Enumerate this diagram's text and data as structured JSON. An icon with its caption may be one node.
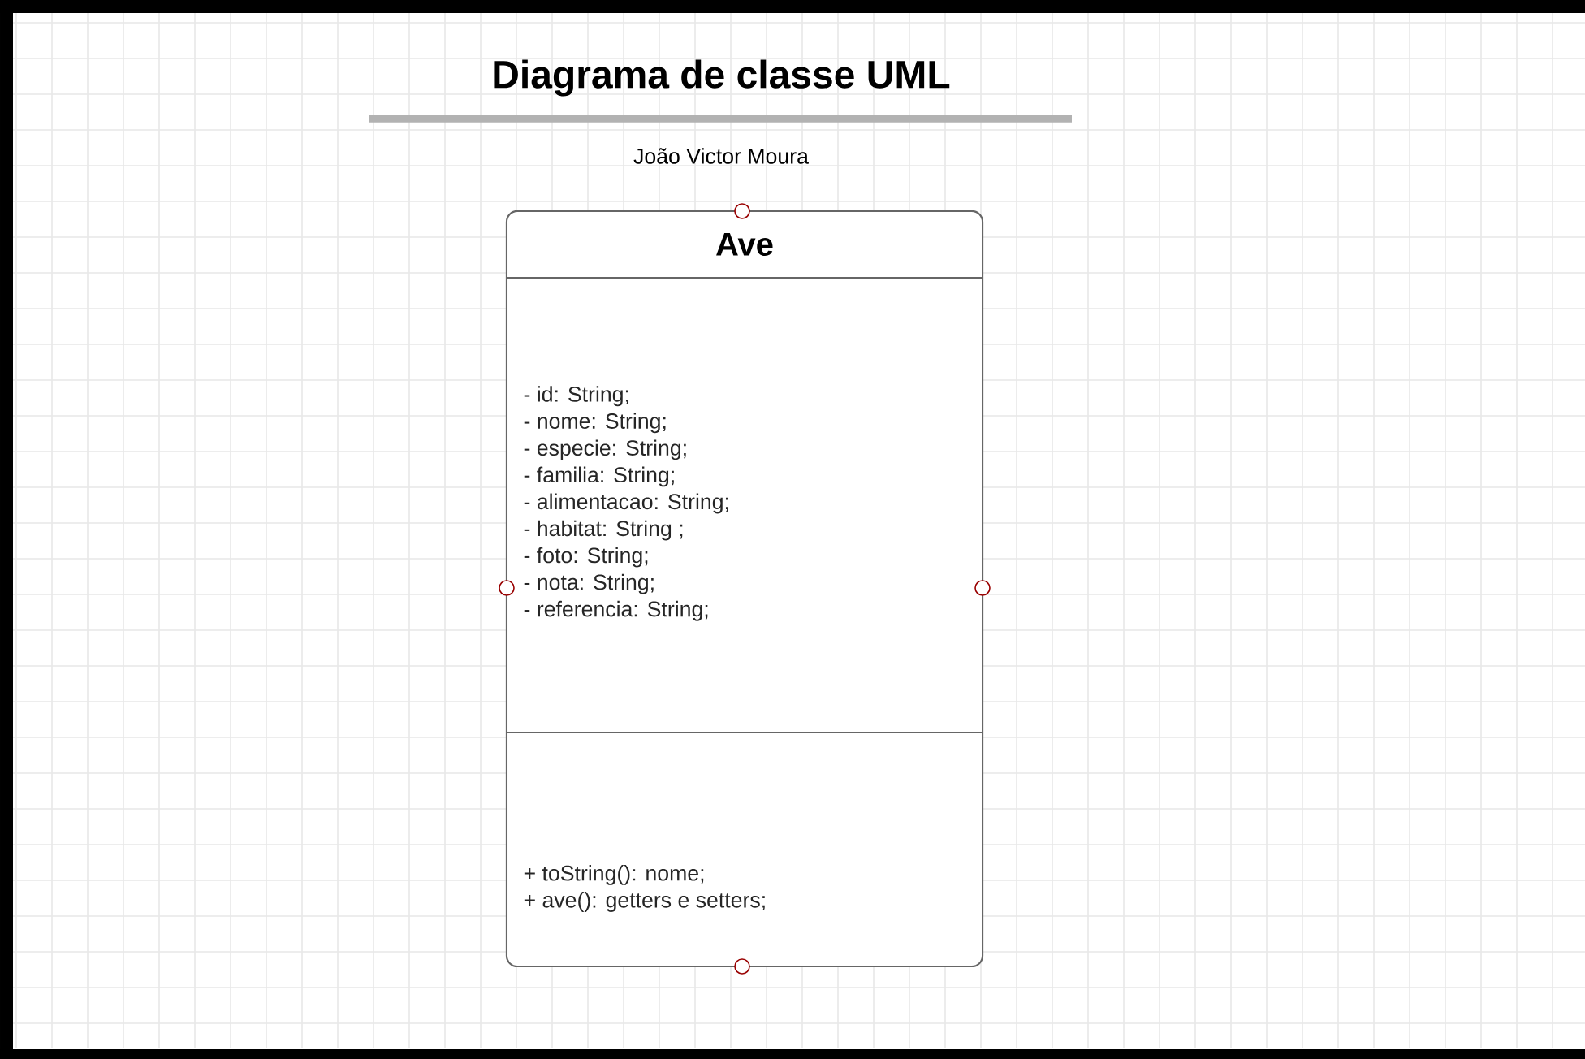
{
  "diagram": {
    "title": "Diagrama de classe UML",
    "nodes": [
      {
        "text": [
          "Ave"
        ]
      },
      {
        "text": [
          "- id: String;",
          "- nome: String;",
          "- especie: String;",
          "- familia: String;",
          "- alimentacao: String;",
          "- habitat: String ;",
          "- foto: String;",
          "- nota: String;",
          "- referencia: String;"
        ],
        "in": 0
      },
      {
        "text": [
          "+ toString(): nome;",
          "+ ave(): getters e setters;"
        ],
        "in": 0
      }
    ],
    "labels": [
      "João Victor Moura"
    ]
  }
}
